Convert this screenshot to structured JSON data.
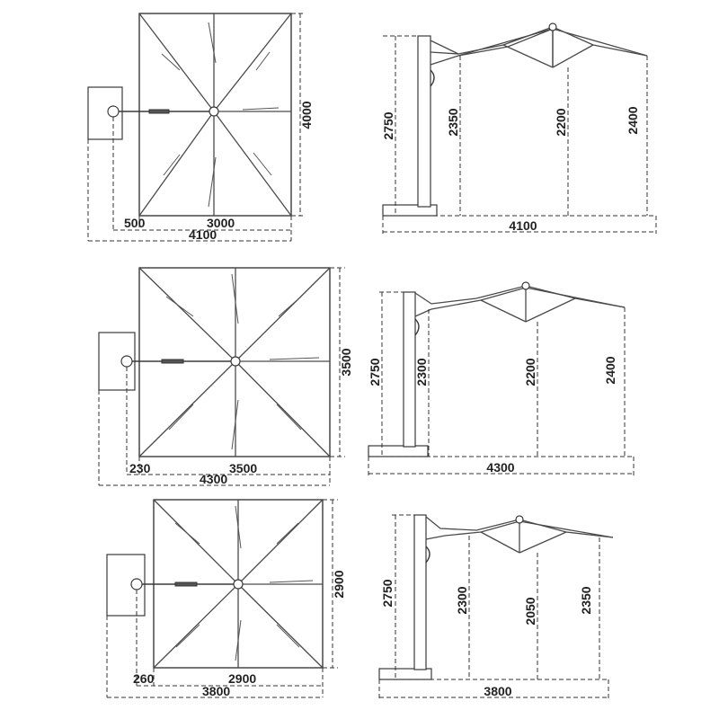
{
  "colors": {
    "line": "#3a3a3a",
    "dim_text": "#222222",
    "background": "#ffffff"
  },
  "models": [
    {
      "top_view": {
        "offset": "500",
        "canopy_width": "3000",
        "total_width": "4100",
        "depth": "4000"
      },
      "side_view": {
        "pole_height": "2750",
        "heights": [
          "2350",
          "2200",
          "2400"
        ],
        "total_width": "4100"
      }
    },
    {
      "top_view": {
        "offset": "230",
        "canopy_width": "3500",
        "total_width": "4300",
        "depth": "3500"
      },
      "side_view": {
        "pole_height": "2750",
        "heights": [
          "2300",
          "2200",
          "2400"
        ],
        "total_width": "4300"
      }
    },
    {
      "top_view": {
        "offset": "260",
        "canopy_width": "2900",
        "total_width": "3800",
        "depth": "2900"
      },
      "side_view": {
        "pole_height": "2750",
        "heights": [
          "2300",
          "2050",
          "2350"
        ],
        "total_width": "3800"
      }
    }
  ]
}
